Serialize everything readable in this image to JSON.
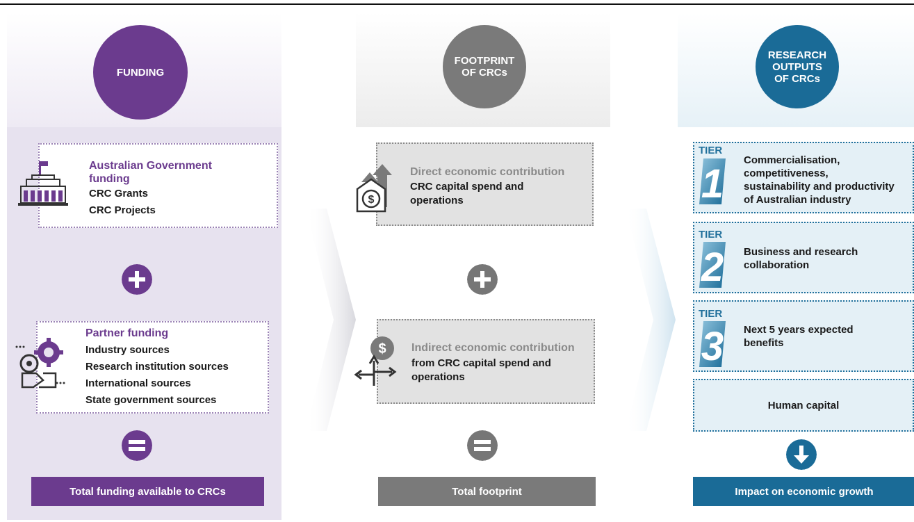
{
  "funding": {
    "circle_label": "FUNDING",
    "gov": {
      "title_line1": "Australian Government",
      "title_line2": "funding",
      "items": [
        "CRC Grants",
        "CRC Projects"
      ]
    },
    "partner": {
      "title": "Partner funding",
      "items": [
        "Industry sources",
        "Research institution sources",
        "International sources",
        "State government sources"
      ]
    },
    "total": "Total funding available to CRCs"
  },
  "footprint": {
    "circle_label": "FOOTPRINT\nOF CRCs",
    "direct": {
      "title": "Direct economic contribution",
      "lines": [
        "CRC capital spend and",
        "operations"
      ]
    },
    "indirect": {
      "title": "Indirect economic contribution",
      "lines": [
        "from CRC capital spend and",
        "operations"
      ]
    },
    "total": "Total footprint"
  },
  "research": {
    "circle_label": "RESEARCH\nOUTPUTS\nOF CRCs",
    "tier_word": "TIER",
    "tiers": [
      {
        "num": "1",
        "lines": [
          "Commercialisation,",
          "competitiveness,",
          "sustainability and productivity",
          "of Australian industry"
        ]
      },
      {
        "num": "2",
        "lines": [
          "Business and research",
          "collaboration"
        ]
      },
      {
        "num": "3",
        "lines": [
          "Next 5 years expected",
          "benefits"
        ]
      }
    ],
    "human_capital": "Human capital",
    "total": "Impact on economic growth"
  },
  "colors": {
    "purple": "#6b3b8e",
    "grey": "#7a7a7a",
    "blue": "#1a6b97"
  },
  "icons": [
    "parliament-building-icon",
    "gears-handshake-icon",
    "money-growth-house-icon",
    "dollar-branching-arrows-icon",
    "plus-icon",
    "equals-icon",
    "down-arrow-icon",
    "tier-number-icon",
    "chevron-arrow-icon"
  ]
}
